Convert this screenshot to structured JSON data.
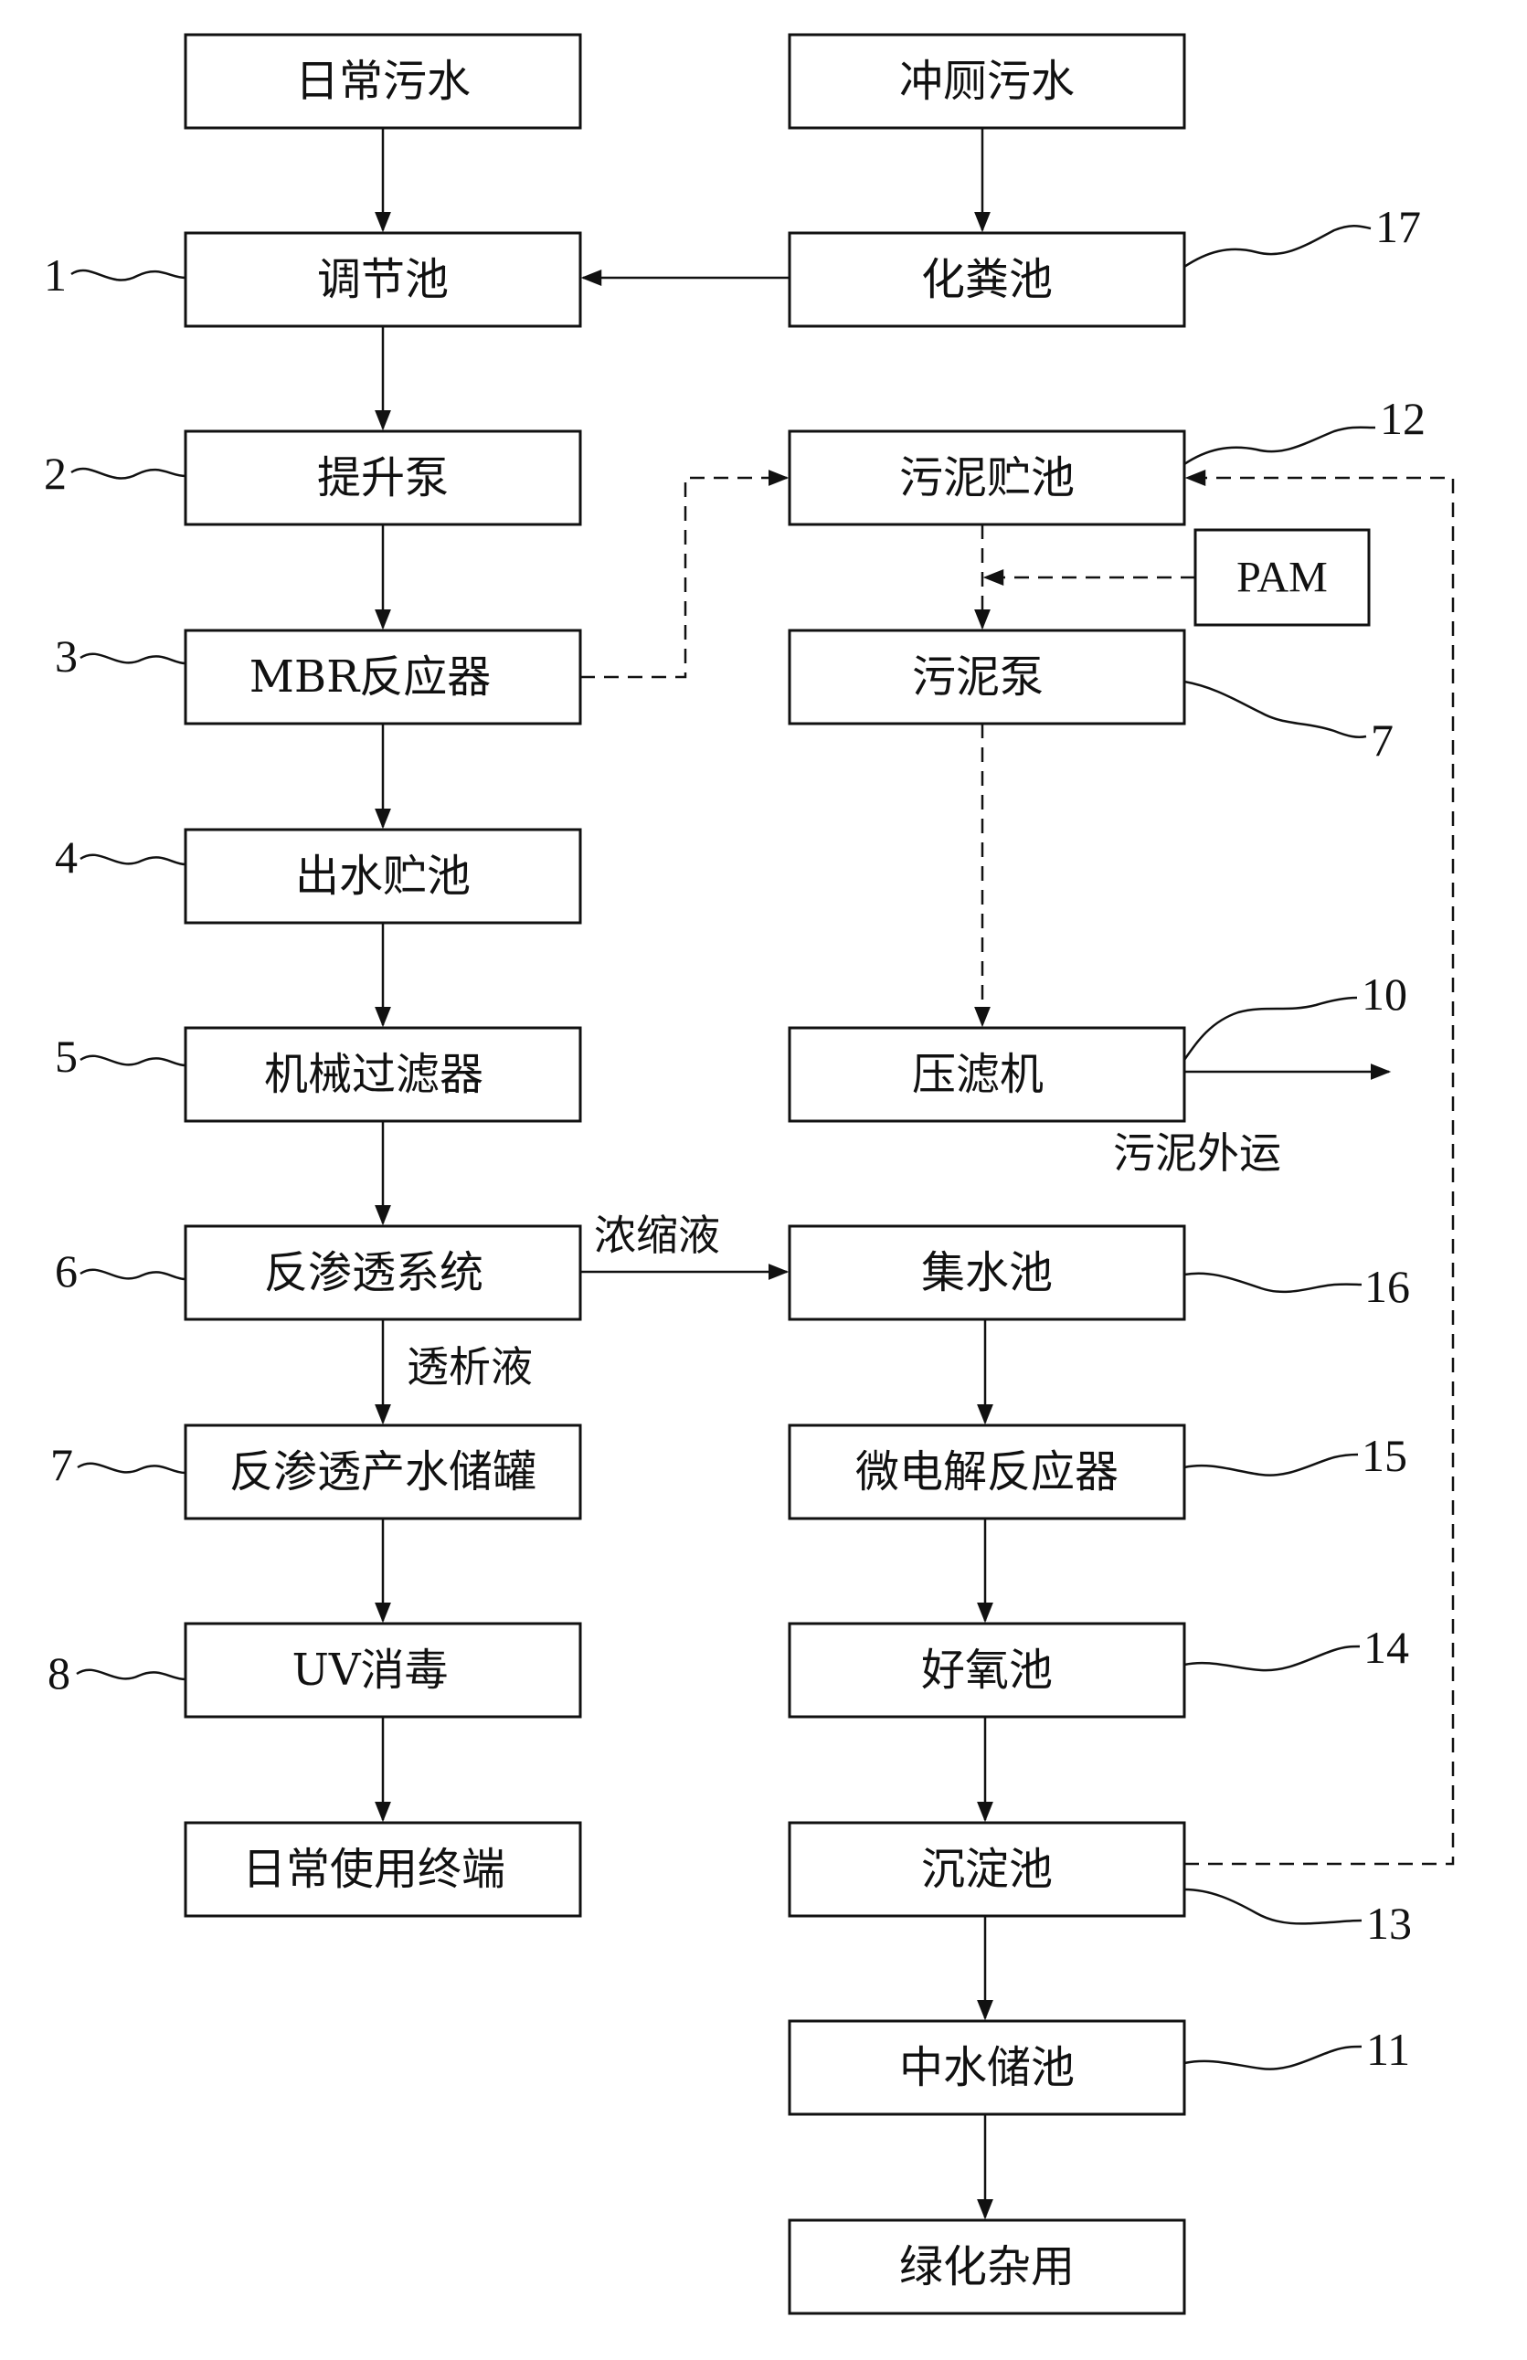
{
  "left_column": [
    {
      "id": "daily-sewage",
      "label": "日常污水",
      "ref": ""
    },
    {
      "id": "regulating-tank",
      "label": "调节池",
      "ref": "1"
    },
    {
      "id": "lift-pump",
      "label": "提升泵",
      "ref": "2"
    },
    {
      "id": "mbr-reactor",
      "label": "MBR反应器",
      "ref": "3"
    },
    {
      "id": "effluent-tank",
      "label": "出水贮池",
      "ref": "4"
    },
    {
      "id": "mechanical-filter",
      "label": "机械过滤器",
      "ref": "5"
    },
    {
      "id": "ro-system",
      "label": "反渗透系统",
      "ref": "6"
    },
    {
      "id": "ro-storage",
      "label": "反渗透产水储罐",
      "ref": "7"
    },
    {
      "id": "uv-disinfection",
      "label": "UV消毒",
      "ref": "8"
    },
    {
      "id": "daily-terminal",
      "label": "日常使用终端",
      "ref": ""
    }
  ],
  "right_column": [
    {
      "id": "toilet-sewage",
      "label": "冲厕污水",
      "ref": ""
    },
    {
      "id": "septic-tank",
      "label": "化粪池",
      "ref": "17"
    },
    {
      "id": "sludge-tank",
      "label": "污泥贮池",
      "ref": "12"
    },
    {
      "id": "sludge-pump",
      "label": "污泥泵",
      "ref": "7"
    },
    {
      "id": "filter-press",
      "label": "压滤机",
      "ref": "10"
    },
    {
      "id": "collection-tank",
      "label": "集水池",
      "ref": "16"
    },
    {
      "id": "micro-electrolysis",
      "label": "微电解反应器",
      "ref": "15"
    },
    {
      "id": "aerobic-tank",
      "label": "好氧池",
      "ref": "14"
    },
    {
      "id": "settling-tank",
      "label": "沉淀池",
      "ref": "13"
    },
    {
      "id": "reclaimed-water-tank",
      "label": "中水储池",
      "ref": "11"
    },
    {
      "id": "greening-use",
      "label": "绿化杂用",
      "ref": ""
    }
  ],
  "pam_label": "PAM",
  "labels": {
    "concentrate": "浓缩液",
    "permeate": "透析液",
    "sludge_out": "污泥外运"
  }
}
